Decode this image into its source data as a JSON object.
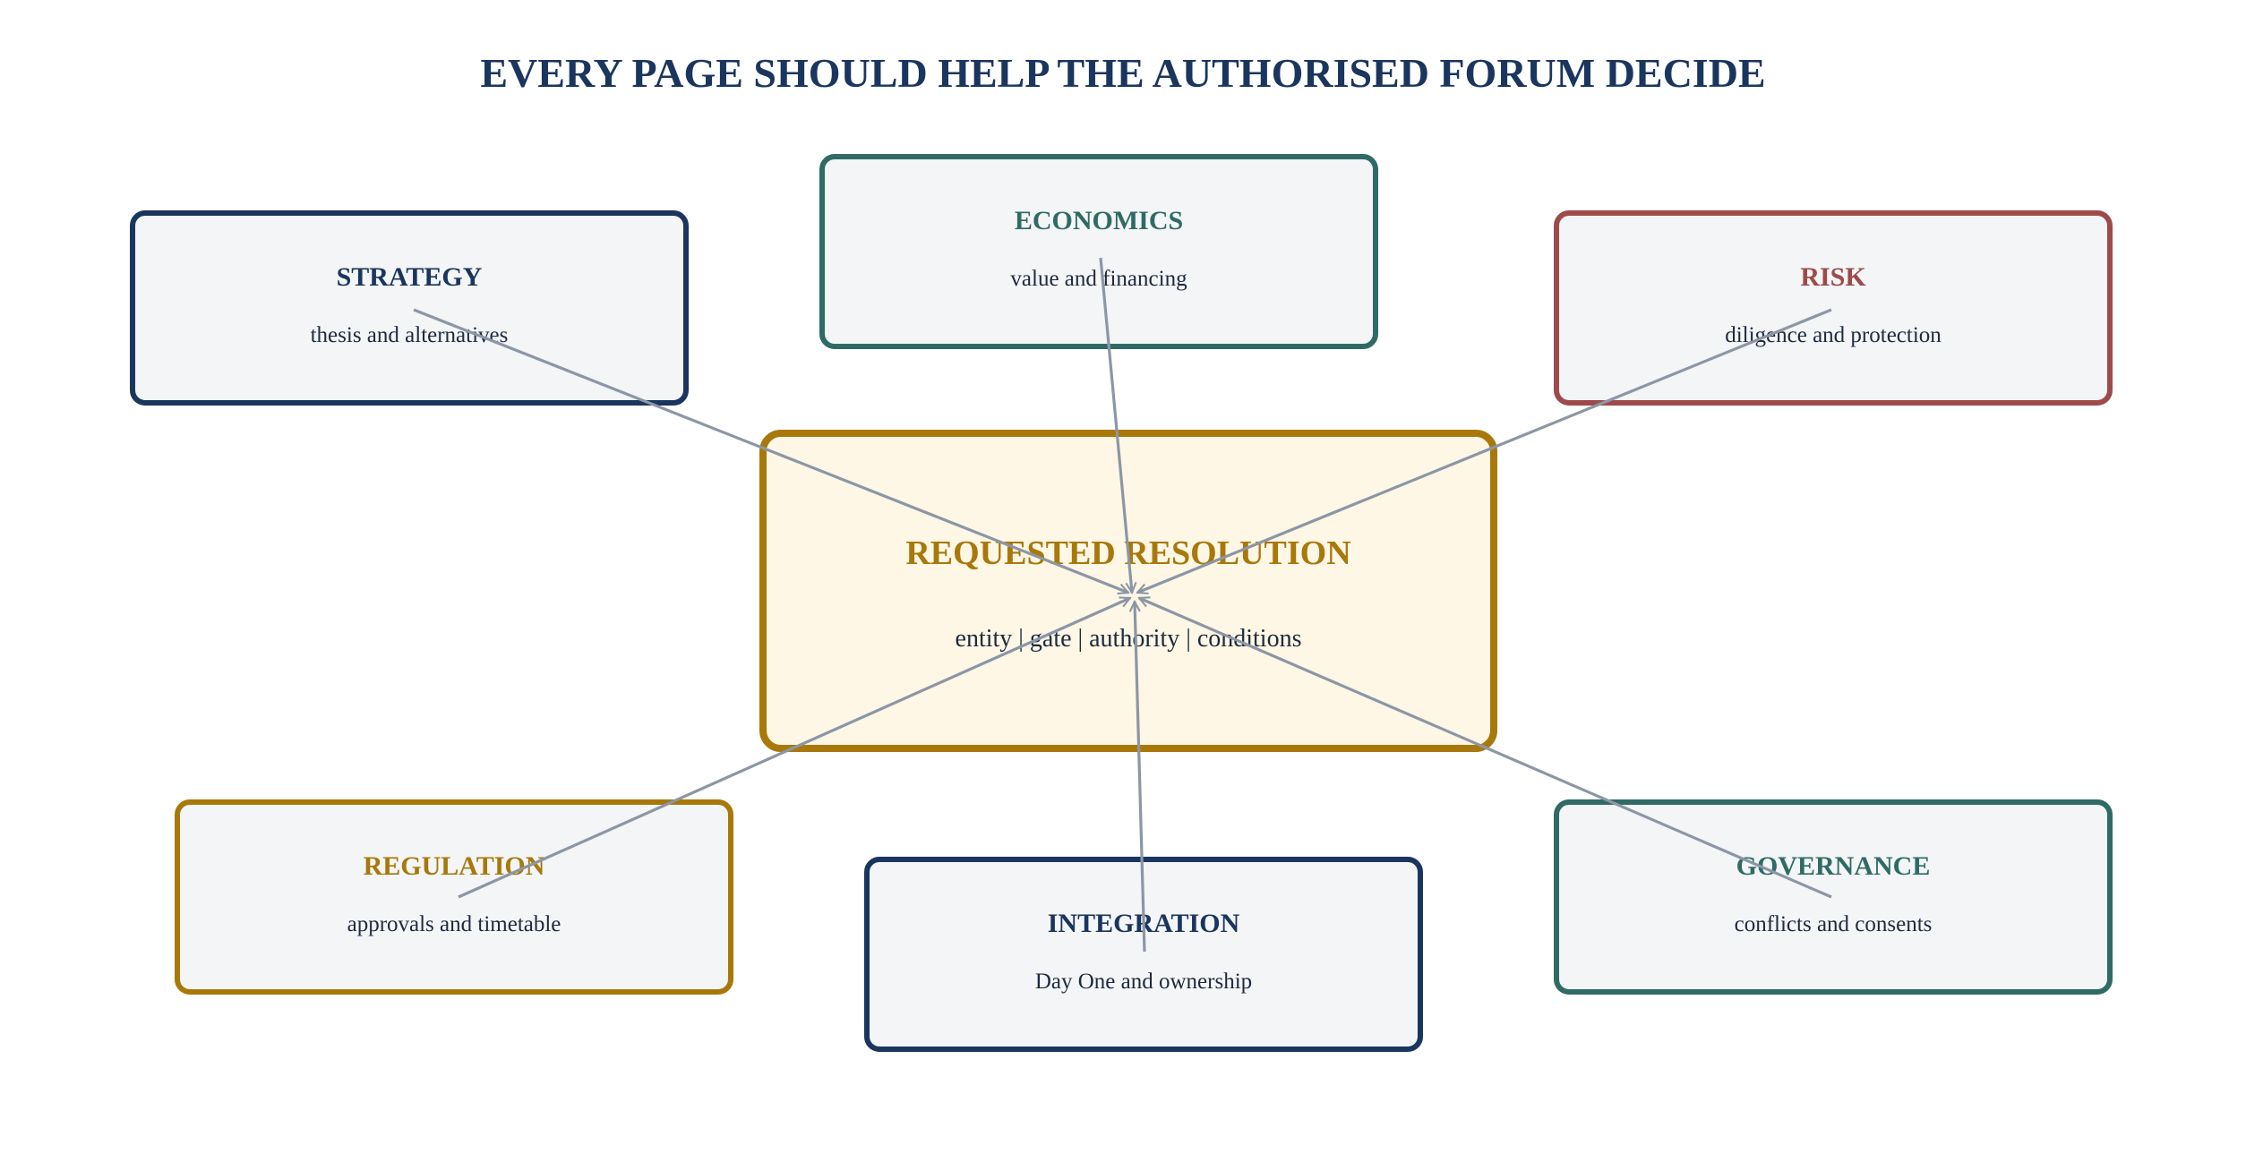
{
  "title": "EVERY PAGE SHOULD HELP THE AUTHORISED FORUM DECIDE",
  "colors": {
    "navy": "#1a355e",
    "teal": "#2f6b64",
    "red": "#9e4a4a",
    "gold": "#a8780a",
    "arrow": "#8c96a5",
    "box_fill": "#f3f5f7",
    "center_fill": "#fef7e5"
  },
  "center": {
    "title": "REQUESTED RESOLUTION",
    "subtitle": "entity | gate | authority | conditions"
  },
  "nodes": {
    "strategy": {
      "title": "STRATEGY",
      "subtitle": "thesis and alternatives"
    },
    "economics": {
      "title": "ECONOMICS",
      "subtitle": "value and financing"
    },
    "risk": {
      "title": "RISK",
      "subtitle": "diligence and protection"
    },
    "regulation": {
      "title": "REGULATION",
      "subtitle": "approvals and timetable"
    },
    "integration": {
      "title": "INTEGRATION",
      "subtitle": "Day One and ownership"
    },
    "governance": {
      "title": "GOVERNANCE",
      "subtitle": "conflicts and consents"
    }
  },
  "edges": [
    {
      "from": "strategy",
      "to": "center"
    },
    {
      "from": "economics",
      "to": "center"
    },
    {
      "from": "risk",
      "to": "center"
    },
    {
      "from": "regulation",
      "to": "center"
    },
    {
      "from": "integration",
      "to": "center"
    },
    {
      "from": "governance",
      "to": "center"
    }
  ]
}
